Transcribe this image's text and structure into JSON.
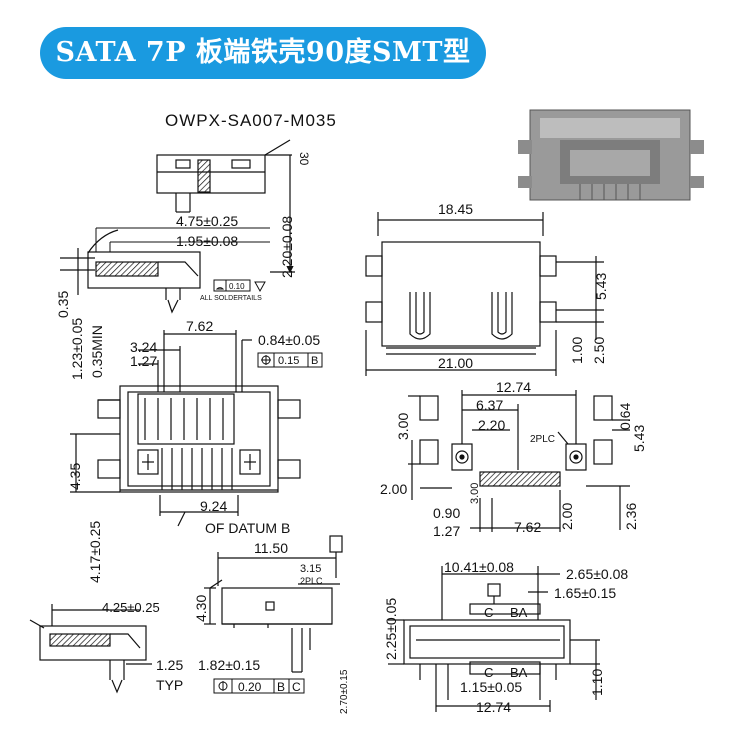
{
  "header": {
    "title": "SATA 7P 板端铁壳90度SMT型",
    "part_number": "OWPX-SA007-M035",
    "accent_color": "#1a9ae0"
  },
  "dims": {
    "angle_30": "30",
    "d_4_75": "4.75±0.25",
    "d_1_95": "1.95±0.08",
    "d_2_20": "2.20±0.08",
    "d_0_35": "0.35",
    "d_1_23": "1.23±0.05",
    "d_0_35min": "0.35MIN",
    "flatness_value": "0.10",
    "all_solder": "ALL SOLDERTAILS",
    "d_7_62": "7.62",
    "d_3_24": "3.24",
    "d_1_27": "1.27",
    "d_0_84": "0.84±0.05",
    "pos_015": "0.15",
    "datum_b": "B",
    "d_4_35": "4.35",
    "d_4_17": "4.17±0.25",
    "d_9_24": "9.24",
    "of_datum": "OF DATUM B",
    "d_18_45": "18.45",
    "d_5_43": "5.43",
    "d_1_00": "1.00",
    "d_2_50": "2.50",
    "d_21_00": "21.00",
    "d_12_74": "12.74",
    "d_6_37": "6.37",
    "d_3_00": "3.00",
    "d_2_20b": "2.20",
    "plc2": "2PLC",
    "d_0_64": "0.64",
    "d_5_43b": "5.43",
    "d_2_00": "2.00",
    "d_3_00b": "3.00",
    "d_0_90": "0.90",
    "d_1_27b": "1.27",
    "d_2_00b": "2.00",
    "d_7_62b": "7.62",
    "d_2_36": "2.36",
    "d_11_50": "11.50",
    "d_3_15": "3.15",
    "plc2b": "2PLC",
    "d_4_30": "4.30",
    "d_4_25": "4.25±0.25",
    "d_1_25": "1.25",
    "typ": "TYP",
    "d_1_82": "1.82±0.15",
    "pos_020": "0.20",
    "datum_bc_b": "B",
    "datum_bc_c": "C",
    "d_2_70": "2.70±0.15",
    "d_2_25": "2.25±0.05",
    "d_10_41": "10.41±0.08",
    "d_2_65": "2.65±0.08",
    "d_1_65": "1.65±0.15",
    "label_c": "C",
    "label_ba": "BA",
    "label_c2": "C",
    "label_ba2": "BA",
    "d_1_15": "1.15±0.05",
    "d_1_10": "1.10",
    "d_12_74b": "12.74"
  }
}
